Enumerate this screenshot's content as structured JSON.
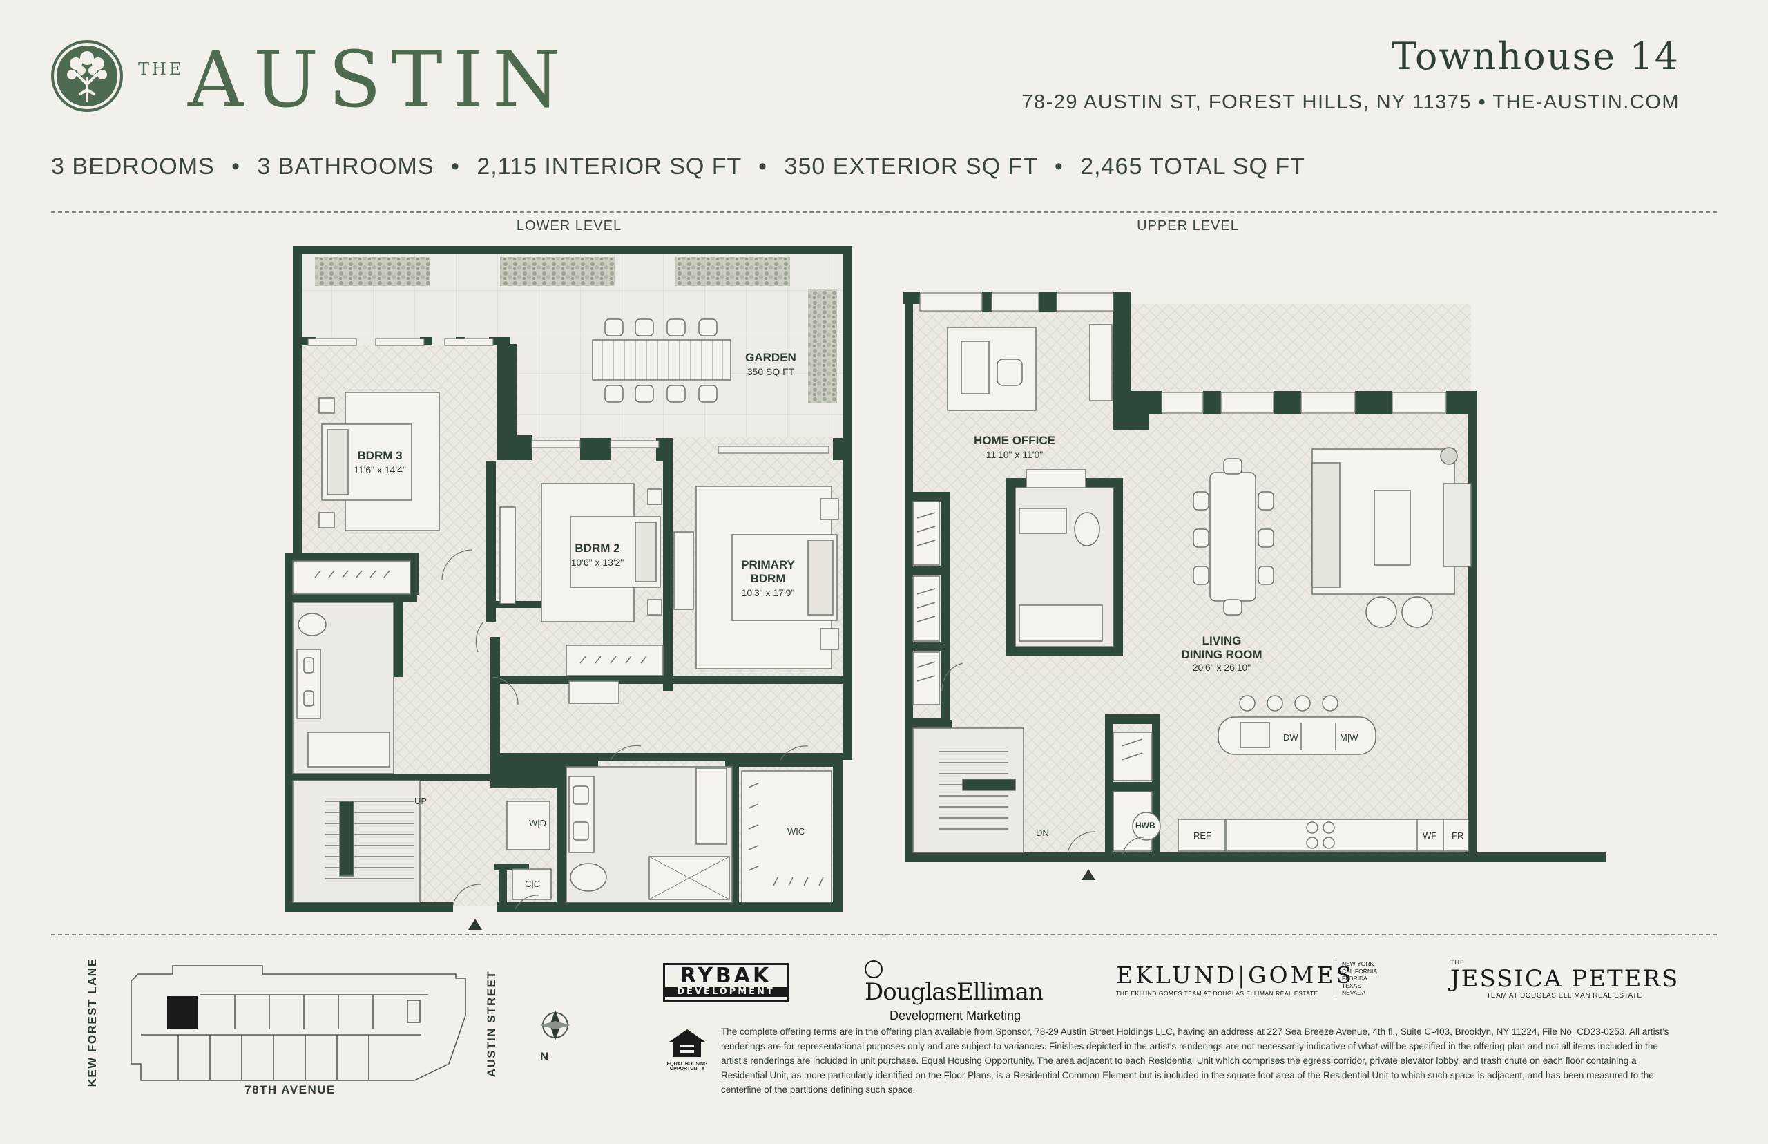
{
  "brand": {
    "the": "THE",
    "name": "AUSTIN"
  },
  "header": {
    "unit_title": "Townhouse 14",
    "address": "78-29 AUSTIN ST, FOREST HILLS, NY 11375 • THE-AUSTIN.COM",
    "stats": [
      "3 BEDROOMS",
      "3 BATHROOMS",
      "2,115 INTERIOR SQ FT",
      "350 EXTERIOR SQ FT",
      "2,465 TOTAL SQ FT"
    ]
  },
  "lower_level": {
    "label": "LOWER LEVEL",
    "rooms": {
      "garden": {
        "name": "GARDEN",
        "dim": "350 SQ FT"
      },
      "bdrm3": {
        "name": "BDRM 3",
        "dim": "11'6\" x 14'4\""
      },
      "bdrm2": {
        "name": "BDRM 2",
        "dim": "10'6\" x 13'2\""
      },
      "primary": {
        "name_line1": "PRIMARY",
        "name_line2": "BDRM",
        "dim": "10'3\" x 17'9\""
      }
    },
    "labels": {
      "up": "UP",
      "wd": "W|D",
      "cc": "C|C",
      "wic": "WIC"
    }
  },
  "upper_level": {
    "label": "UPPER LEVEL",
    "rooms": {
      "office": {
        "name": "HOME OFFICE",
        "dim": "11'10\" x 11'0\""
      },
      "living": {
        "name_line1": "LIVING",
        "name_line2": "DINING ROOM",
        "dim": "20'6\" x 26'10\""
      }
    },
    "labels": {
      "dn": "DN",
      "hwb": "HWB",
      "dw": "DW",
      "mw": "M|W",
      "ref": "REF",
      "wf": "WF",
      "fr": "FR"
    }
  },
  "keyplan": {
    "left_street": "KEW FOREST LANE",
    "right_street": "AUSTIN STREET",
    "bottom_street": "78TH AVENUE",
    "north": "N"
  },
  "partners": {
    "rybak_line1": "RYBAK",
    "rybak_line2": "DEVELOPMENT",
    "elliman_name": "DouglasElliman",
    "elliman_sub": "Development Marketing",
    "eklund": "EKLUND|GOMES",
    "eklund_sub": "THE EKLUND GOMES TEAM AT DOUGLAS ELLIMAN REAL ESTATE",
    "eklund_states": [
      "NEW YORK",
      "CALIFORNIA",
      "FLORIDA",
      "TEXAS",
      "NEVADA"
    ],
    "jp_the": "THE",
    "jp_name": "JESSICA PETERS",
    "jp_sub": "TEAM AT DOUGLAS ELLIMAN REAL ESTATE",
    "eho_line1": "EQUAL HOUSING",
    "eho_line2": "OPPORTUNITY"
  },
  "legal": "The complete offering terms are in the offering plan available from Sponsor, 78-29 Austin Street Holdings LLC, having an address at 227 Sea Breeze Avenue, 4th fl., Suite C-403, Brooklyn, NY 11224, File No. CD23-0253. All artist's renderings are for representational purposes only and are subject to variances. Finishes depicted in the artist's renderings are not necessarily indicative of what will be specified in the offering plan and not all items included in the artist's renderings are included in unit purchase. Equal Housing Opportunity. The area adjacent to each Residential Unit which comprises the egress corridor, private elevator lobby, and trash chute on each floor containing a Residential Unit, as more particularly identified on the Floor Plans, is a Residential Common Element but is included in the square foot area of the Residential Unit to which such space is adjacent, and has been measured to the centerline of the partitions defining such space.",
  "colors": {
    "wall": "#2f4a3a",
    "accent": "#4e6b52",
    "background": "#f2f0eb",
    "floor": "#eae8e1"
  }
}
